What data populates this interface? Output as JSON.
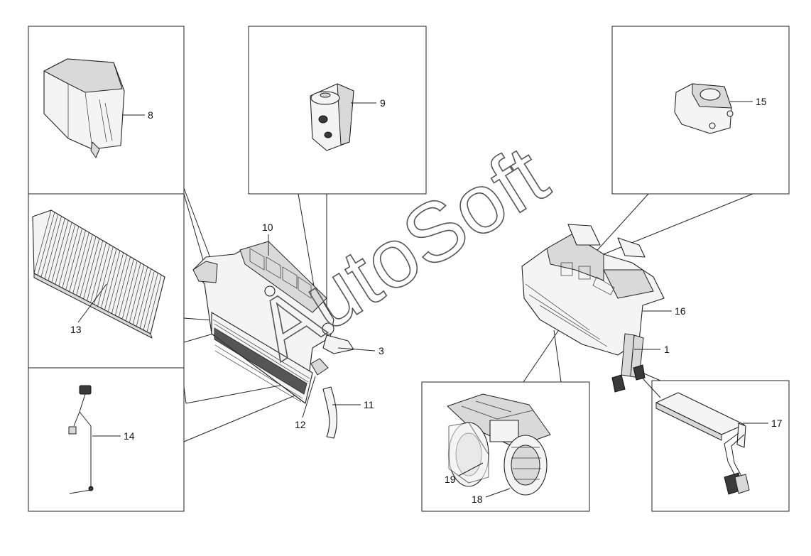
{
  "watermark": "AutoSoft",
  "callouts": {
    "c1": "1",
    "c3": "3",
    "c8": "8",
    "c9": "9",
    "c10": "10",
    "c11": "11",
    "c12": "12",
    "c13": "13",
    "c14": "14",
    "c15": "15",
    "c16": "16",
    "c17": "17",
    "c18": "18",
    "c19": "19"
  }
}
